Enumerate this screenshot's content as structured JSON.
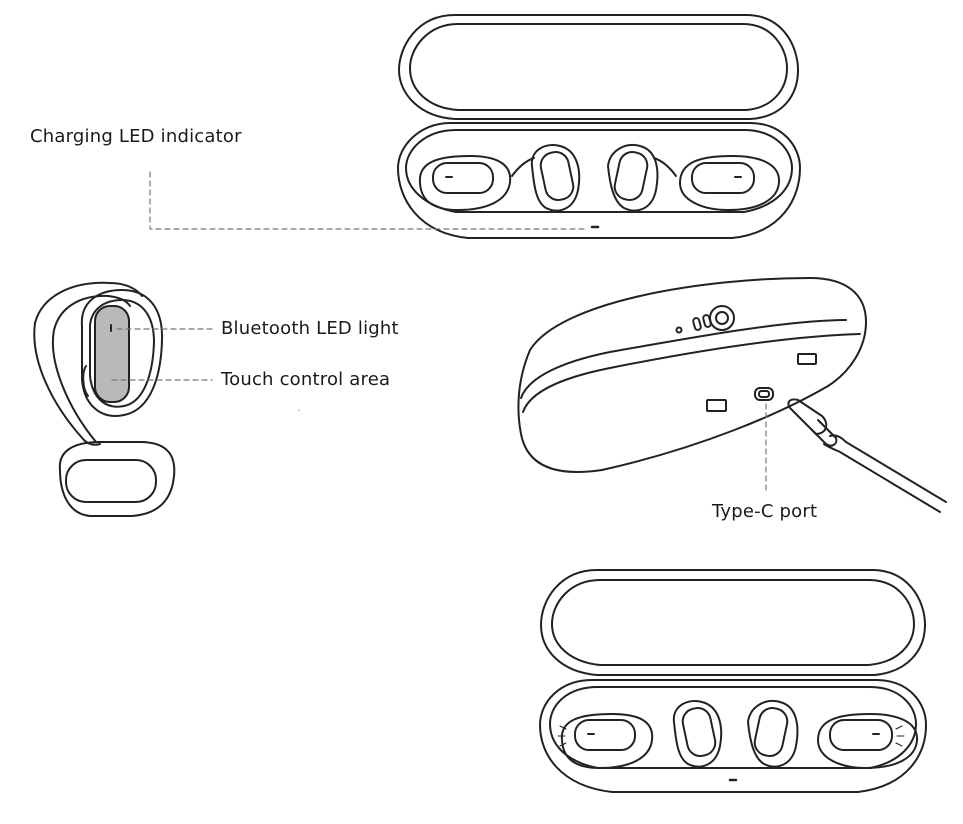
{
  "labels": {
    "charging_led": "Charging LED indicator",
    "bluetooth_led": "Bluetooth LED light",
    "touch_area": "Touch control area",
    "type_c": "Type-C port"
  },
  "colors": {
    "line": "#222222",
    "touch_area_fill": "#b9b9b9"
  }
}
